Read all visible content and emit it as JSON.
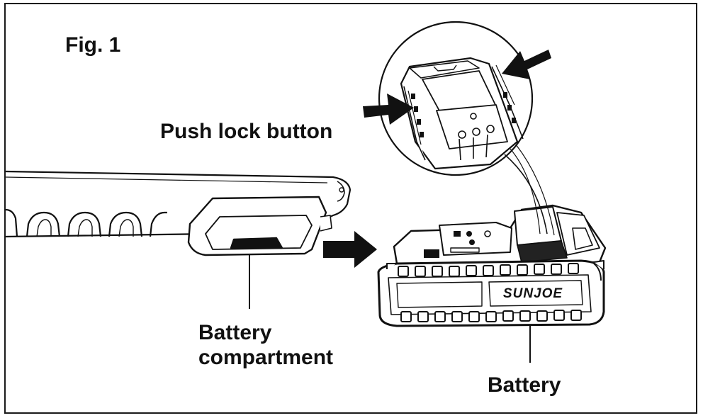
{
  "figure": {
    "title": "Fig. 1",
    "labels": {
      "push_lock_button": "Push lock button",
      "battery_compartment_line1": "Battery",
      "battery_compartment_line2": "compartment",
      "battery": "Battery",
      "brand": "SUNJOE"
    }
  },
  "colors": {
    "ink": "#111111",
    "background": "#ffffff"
  }
}
